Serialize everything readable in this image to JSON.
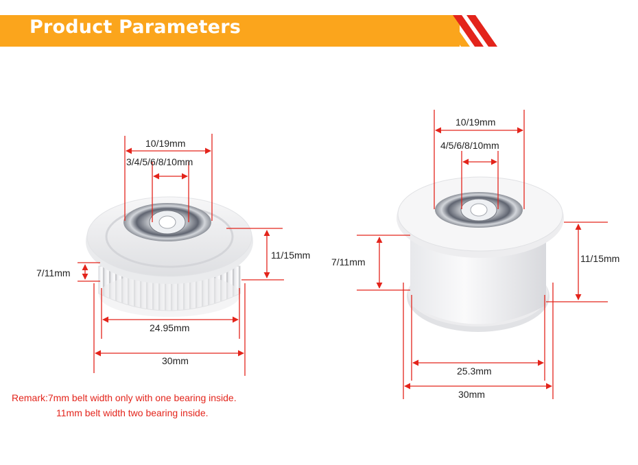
{
  "header": {
    "title": "Product Parameters"
  },
  "left_pulley": {
    "outer_bore_label": "10/19mm",
    "inner_bore_label": "3/4/5/6/8/10mm",
    "flange_height_label": "11/15mm",
    "belt_width_label": "7/11mm",
    "tooth_diameter_label": "24.95mm",
    "outer_diameter_label": "30mm"
  },
  "right_pulley": {
    "outer_bore_label": "10/19mm",
    "inner_bore_label": "4/5/6/8/10mm",
    "belt_width_label": "7/11mm",
    "flange_height_label": "11/15mm",
    "body_diameter_label": "25.3mm",
    "outer_diameter_label": "30mm"
  },
  "remark": {
    "line1": "Remark:7mm belt width only with one bearing inside.",
    "line2": "11mm belt width two bearing inside."
  },
  "colors": {
    "banner": "#fba51c",
    "stripe": "#e3241b",
    "dimension_line": "#e3241b",
    "remark_text": "#e3241b"
  }
}
